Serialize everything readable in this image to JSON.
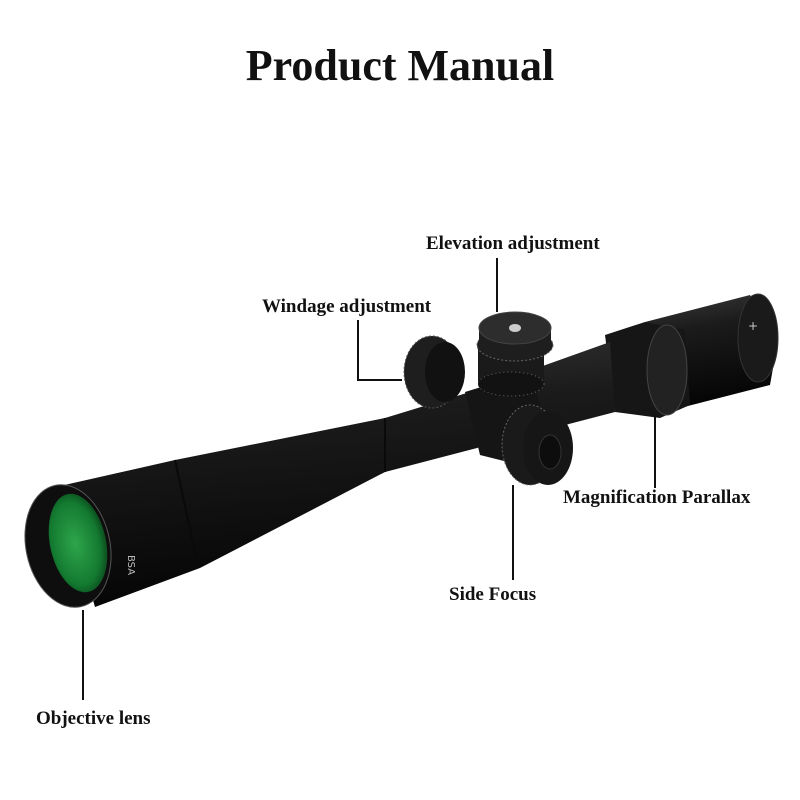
{
  "title": "Product Manual",
  "labels": {
    "elevation": "Elevation adjustment",
    "windage": "Windage adjustment",
    "magnification": "Magnification Parallax",
    "side_focus": "Side Focus",
    "objective": "Objective lens"
  },
  "scope_marking": "BSA",
  "colors": {
    "lens": "#1f8a3a",
    "body": "#141414"
  }
}
